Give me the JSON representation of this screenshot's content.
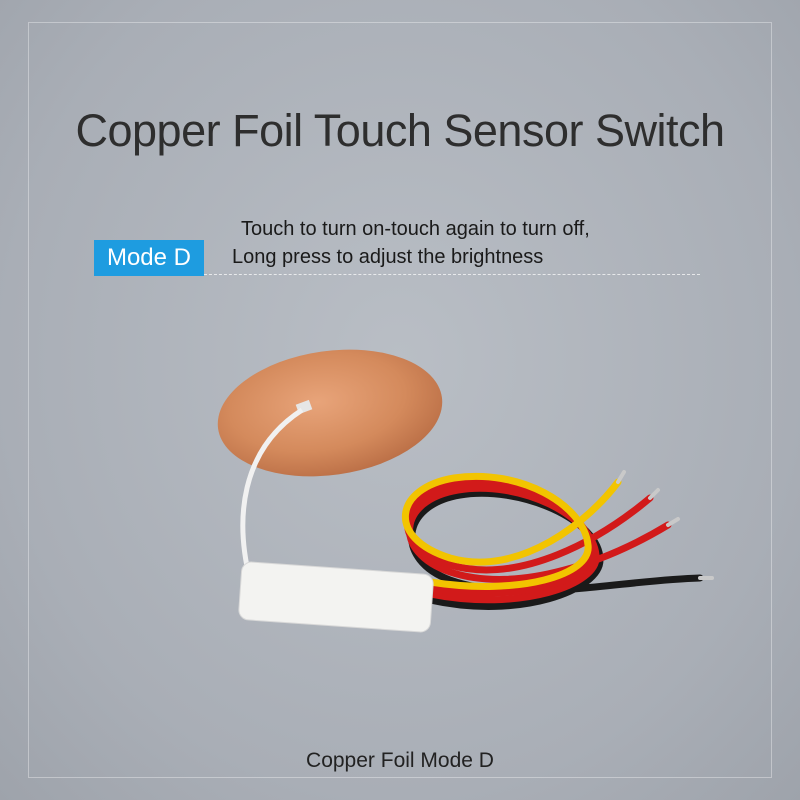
{
  "title": "Copper Foil Touch Sensor Switch",
  "mode_badge": "Mode D",
  "description": {
    "line1": "Touch to turn on-touch again to turn off,",
    "line2": "Long press to adjust the brightness"
  },
  "caption": "Copper Foil Mode D",
  "colors": {
    "badge": "#1e9ce0",
    "copper": "#d48a5c",
    "wire_yellow": "#f2c400",
    "wire_red": "#d21a1a",
    "wire_black": "#1a1a1a"
  }
}
